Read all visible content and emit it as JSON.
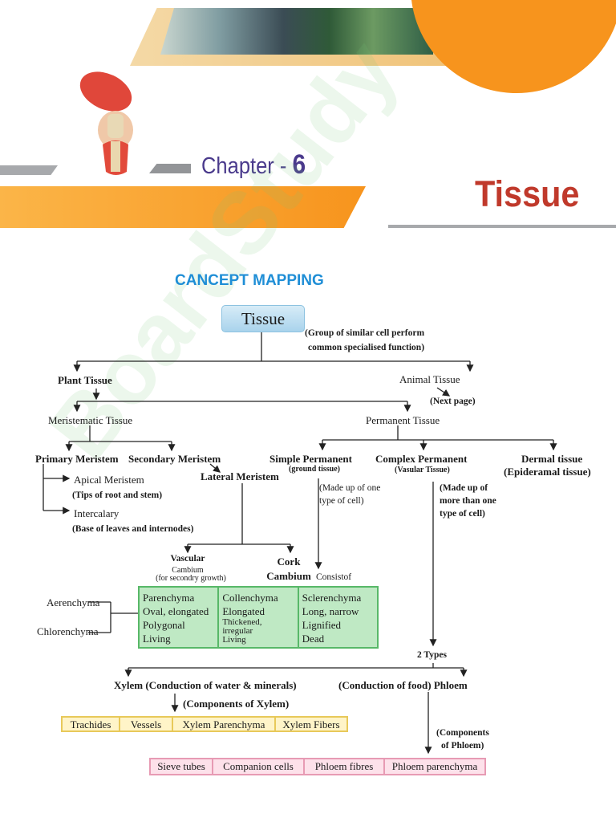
{
  "header": {
    "chapter_label": "Chapter - ",
    "chapter_number": "6",
    "title": "Tissue",
    "watermark": "BoardStudy"
  },
  "map": {
    "heading": "CANCEPT MAPPING",
    "root": "Tissue",
    "root_note_1": "(Group of similar cell perform",
    "root_note_2": "common specialised function)",
    "plant": "Plant Tissue",
    "animal": "Animal Tissue",
    "animal_note": "(Next page)",
    "meristematic": "Meristematic Tissue",
    "permanent": "Permanent Tissue",
    "primary_meristem": "Primary Meristem",
    "secondary_meristem": "Secondary Meristem",
    "lateral_meristem": "Lateral Meristem",
    "apical": "Apical Meristem",
    "apical_note": "(Tips of root and stem)",
    "intercalary": "Intercalary",
    "intercalary_note": "(Base of leaves and internodes)",
    "simple": "Simple Permanent",
    "simple_sub": "(ground tissue)",
    "simple_note_1": "(Made up of one",
    "simple_note_2": "type of cell)",
    "complex": "Complex Permanent",
    "complex_sub": "(Vasular Tissue)",
    "complex_note_1": "(Made up of",
    "complex_note_2": "more than one",
    "complex_note_3": "type of cell)",
    "dermal": "Dermal tissue",
    "dermal_sub": "(Epideramal tissue)",
    "vascular_1": "Vascular",
    "vascular_2": "Cambium",
    "vascular_3": "(for secondry growth)",
    "cork_1": "Cork",
    "cork_2": "Cambium",
    "consist": "Consistof",
    "aerenchyma": "Aerenchyma",
    "chlorenchyma": "Chlorenchyma",
    "two_types": "2 Types",
    "xylem": "Xylem (Conduction of water & minerals)",
    "xylem_components": "(Components of Xylem)",
    "phloem": "(Conduction of food) Phloem",
    "phloem_components_1": "(Components",
    "phloem_components_2": "of Phloem)"
  },
  "simple_table": [
    {
      "name": "Parenchyma",
      "lines": [
        "Oval, elongated",
        "Polygonal",
        "Living"
      ]
    },
    {
      "name": "Collenchyma",
      "lines": [
        "Elongated",
        "Thickened,",
        "irregular",
        "Living"
      ]
    },
    {
      "name": "Sclerenchyma",
      "lines": [
        "Long, narrow",
        "Lignified",
        "Dead"
      ]
    }
  ],
  "xylem_components": [
    "Trachides",
    "Vessels",
    "Xylem Parenchyma",
    "Xylem Fibers"
  ],
  "phloem_components": [
    "Sieve tubes",
    "Companion cells",
    "Phloem fibres",
    "Phloem parenchyma"
  ],
  "colors": {
    "heading_blue": "#1f8ed6",
    "chapter_purple": "#4a3a8c",
    "title_red": "#c0392b",
    "orange": "#f7941d",
    "green_cell": "#bfe9c4",
    "xylem_yellow": "#fff4c8",
    "phloem_pink": "#fde1ea"
  }
}
